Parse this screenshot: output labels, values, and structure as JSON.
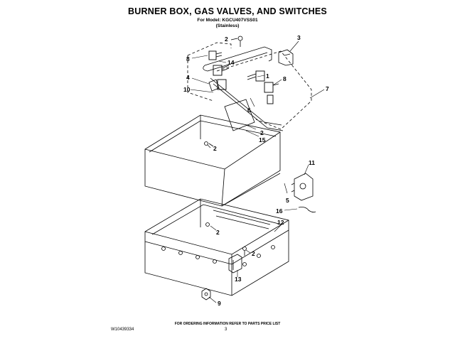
{
  "header": {
    "title": "BURNER BOX, GAS VALVES, AND SWITCHES",
    "model_line": "For Model: KGCU407VSS01",
    "finish_line": "(Stainless)"
  },
  "callouts": [
    "2",
    "3",
    "8",
    "14",
    "1",
    "8",
    "4",
    "10",
    "7",
    "6",
    "2",
    "15",
    "2",
    "11",
    "5",
    "16",
    "12",
    "2",
    "2",
    "13",
    "9"
  ],
  "footer": {
    "ordering_note": "FOR ORDERING INFORMATION REFER TO PARTS PRICE LIST",
    "doc_id": "W10439334",
    "page_number": "3"
  }
}
